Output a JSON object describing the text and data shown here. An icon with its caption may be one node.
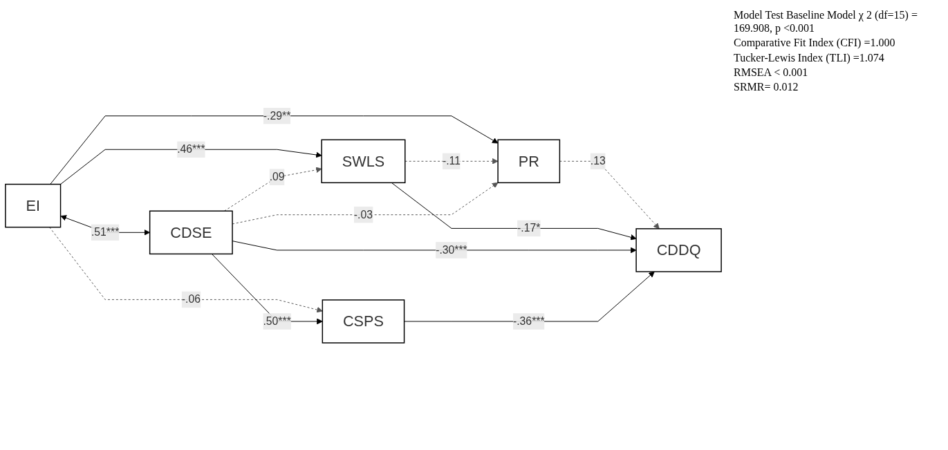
{
  "diagram": {
    "nodes": [
      {
        "text": [
          "EI"
        ]
      },
      {
        "text": [
          "PR"
        ]
      },
      {
        "text": [
          "SWLS"
        ]
      },
      {
        "text": [
          "CDDQ"
        ]
      },
      {
        "text": [
          "CDSE"
        ]
      },
      {
        "text": [
          "CSPS"
        ]
      }
    ],
    "edges": [
      {
        "from": 0,
        "to": 1,
        "arrow": "to",
        "label": "-.29**"
      },
      {
        "from": 0,
        "to": 2,
        "arrow": "to",
        "label": ".46***"
      },
      {
        "from": 0,
        "to": 5,
        "arrow": "to",
        "label": "-.06",
        "style": "dashed"
      },
      {
        "from": 2,
        "to": 1,
        "arrow": "to",
        "label": "-.11",
        "style": "dashed"
      },
      {
        "from": 4,
        "to": 1,
        "arrow": "to",
        "label": "-.03",
        "style": "dashed"
      },
      {
        "from": 1,
        "to": 3,
        "arrow": "to",
        "label": ".13",
        "style": "dashed"
      },
      {
        "from": 2,
        "to": 3,
        "arrow": "to",
        "label": "-.17*"
      },
      {
        "from": 4,
        "to": 3,
        "arrow": "to",
        "label": "-.30***"
      },
      {
        "from": 5,
        "to": 3,
        "arrow": "to",
        "label": "-.36***"
      },
      {
        "from": 4,
        "to": 2,
        "arrow": "to",
        "label": ".09",
        "style": "dashed"
      },
      {
        "from": 4,
        "to": 5,
        "arrow": "to",
        "label": ".50***"
      },
      {
        "from": 0,
        "to": 4,
        "arrow": "both",
        "label": ".51***"
      }
    ],
    "labels": [
      "Model Test Baseline Model χ 2 (df=15) = 169.908, p <0.001",
      "Comparative Fit Index (CFI) =1.000",
      "Tucker-Lewis Index (TLI) =1.074",
      "RMSEA < 0.001",
      "SRMR= 0.012"
    ]
  }
}
